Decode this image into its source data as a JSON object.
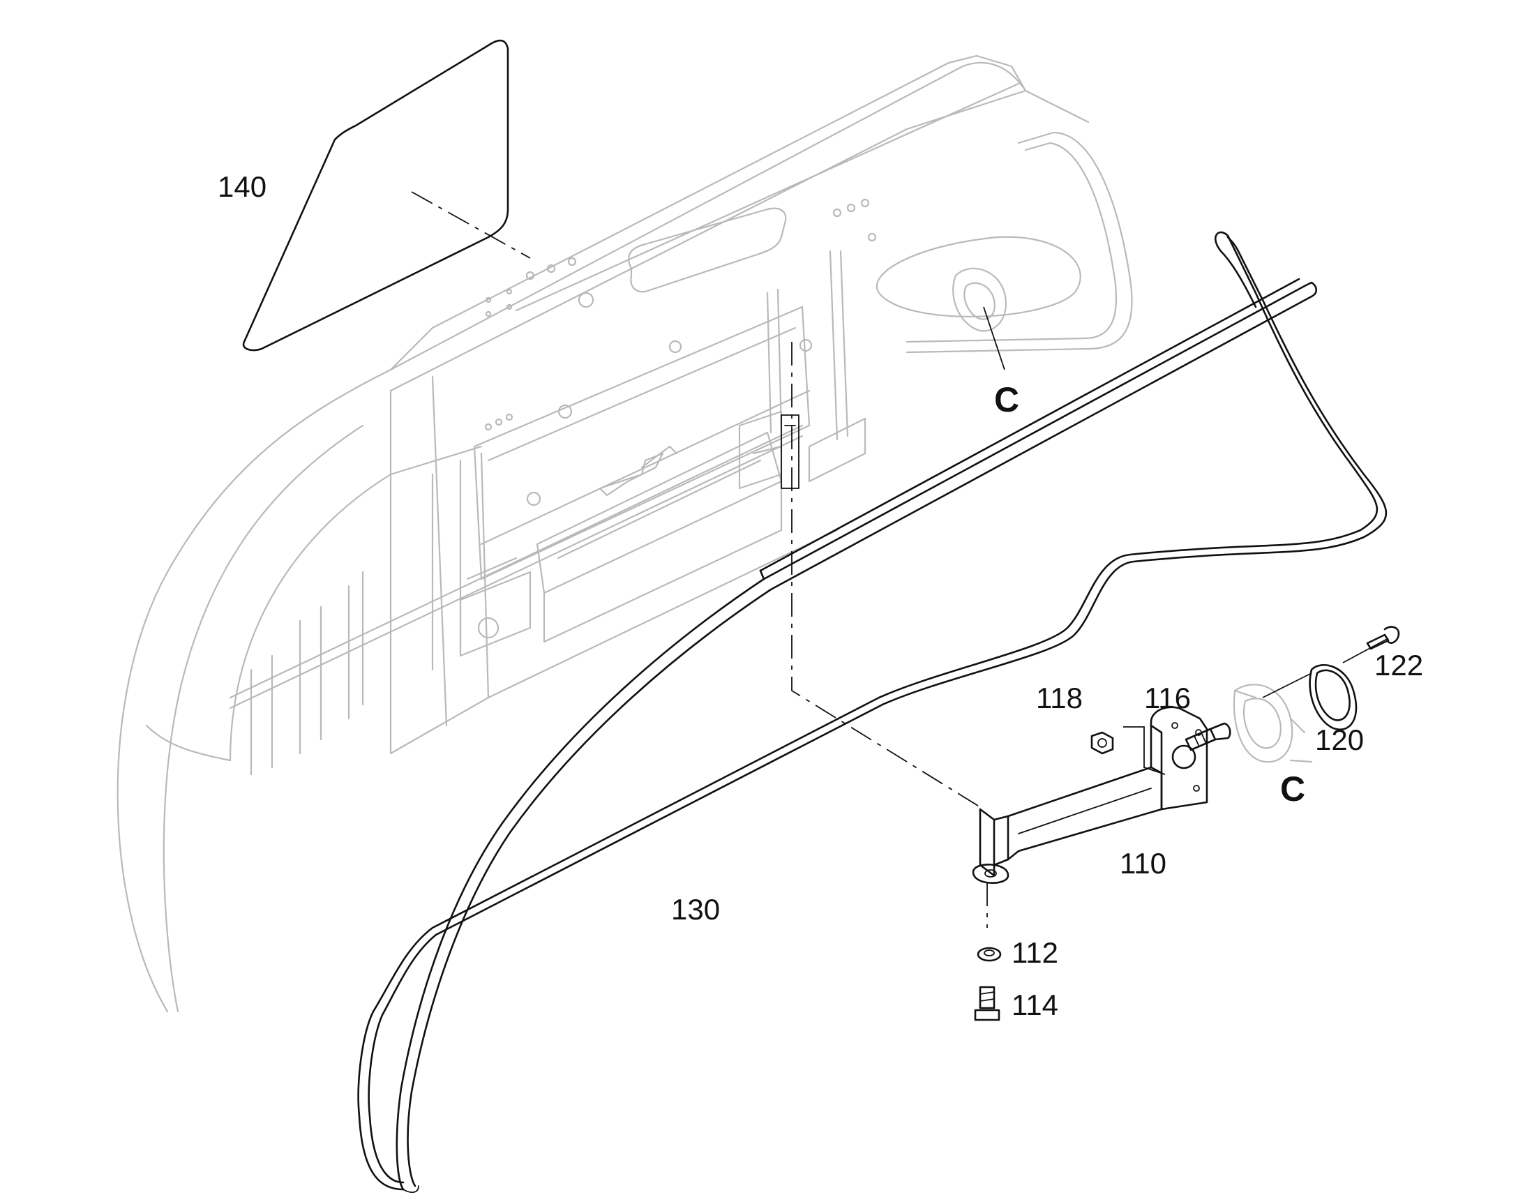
{
  "callouts": {
    "part_140": "140",
    "part_130": "130",
    "part_110": "110",
    "part_112": "112",
    "part_114": "114",
    "part_116": "116",
    "part_118": "118",
    "part_120": "120",
    "part_122": "122",
    "detail_c_top": "C",
    "detail_c_bottom": "C"
  },
  "colors": {
    "line": "#111111",
    "ghost_line": "#b9b9b9",
    "background": "#ffffff"
  }
}
